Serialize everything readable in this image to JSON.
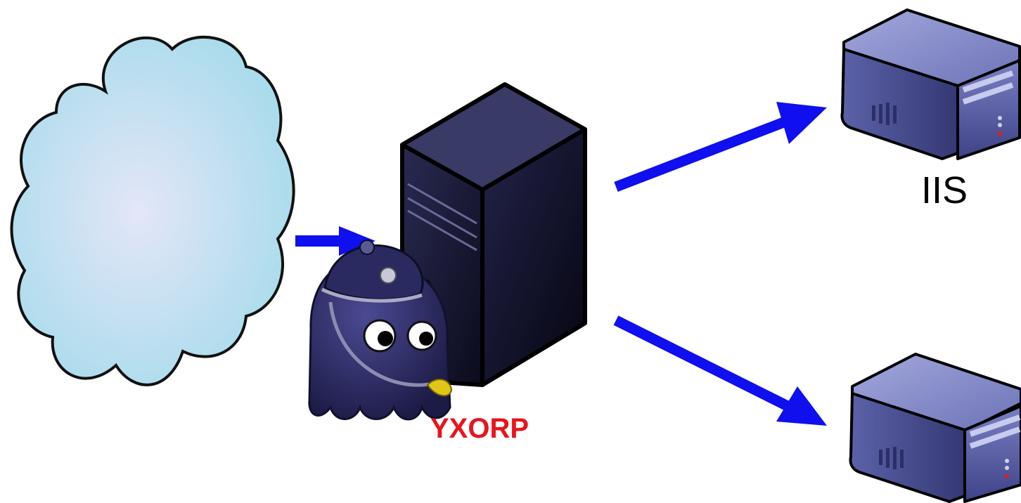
{
  "labels": {
    "proxy": "YXORP",
    "backend_top": "IIS"
  },
  "colors": {
    "arrow": "#0f0ff0",
    "proxy_label": "#e8141c",
    "cloud_fill_center": "#dfe6f7",
    "cloud_fill_edge": "#a9dcec",
    "tower_dark": "#14142b",
    "server_blue": "#5e65a7",
    "mascot_body": "#2f2e6b"
  },
  "nodes": [
    {
      "id": "internet",
      "kind": "cloud-icon"
    },
    {
      "id": "proxy-server",
      "kind": "tower-server-icon"
    },
    {
      "id": "proxy-mascot",
      "kind": "police-mascot-icon"
    },
    {
      "id": "backend-server-1",
      "kind": "server-icon"
    },
    {
      "id": "backend-server-2",
      "kind": "server-icon"
    }
  ],
  "edges": [
    {
      "from": "internet",
      "to": "proxy-server"
    },
    {
      "from": "proxy-server",
      "to": "backend-server-1"
    },
    {
      "from": "proxy-server",
      "to": "backend-server-2"
    }
  ]
}
